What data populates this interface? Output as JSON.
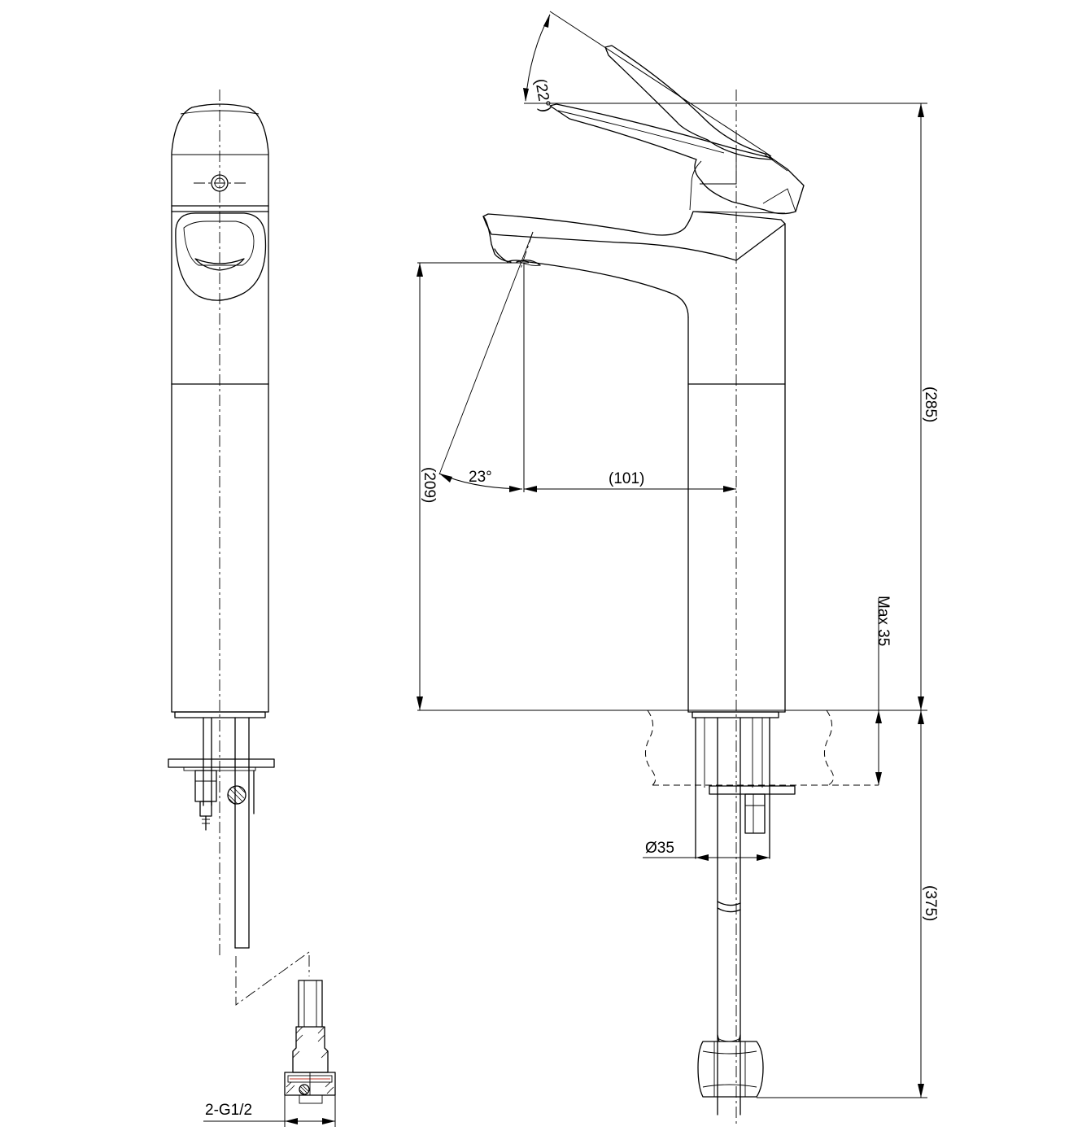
{
  "dimensions": {
    "lever_angle": "(22°)",
    "height_total": "(285)",
    "spout_height": "(209)",
    "spout_angle": "23°",
    "spout_reach": "(101)",
    "deck_thickness": "Max 35",
    "shank_diameter": "Ø35",
    "hose_length": "(375)",
    "connection_thread": "2-G1/2"
  },
  "colors": {
    "line": "#000000",
    "background": "#ffffff",
    "seal_accent": "#c0392b"
  }
}
